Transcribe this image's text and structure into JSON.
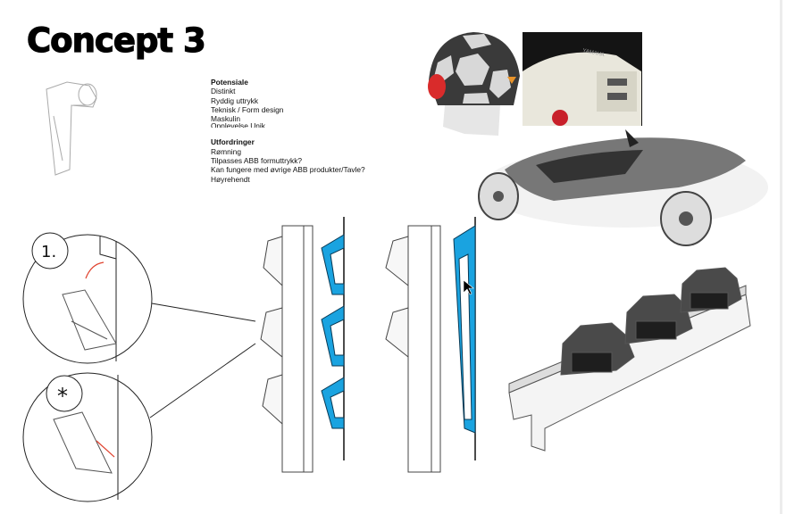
{
  "title": "Concept 3",
  "potential": {
    "heading": "Potensiale",
    "items": [
      "Distinkt",
      "Ryddig uttrykk",
      "Teknisk / Form design",
      "Maskulin",
      "Opplevelse   Unik"
    ]
  },
  "challenges": {
    "heading": "Utfordringer",
    "items": [
      "Rømning",
      "Tilpasses ABB formuttrykk?",
      "Kan fungere med øvrige ABB produkter/Tavle?",
      "Høyrehendt"
    ]
  },
  "callouts": {
    "step": "1.",
    "alt": "*"
  },
  "images": {
    "moodboard_brand": "YAMAHA"
  },
  "colors": {
    "accent_blue": "#1aa3e0",
    "arrow_red": "#e0432f"
  }
}
